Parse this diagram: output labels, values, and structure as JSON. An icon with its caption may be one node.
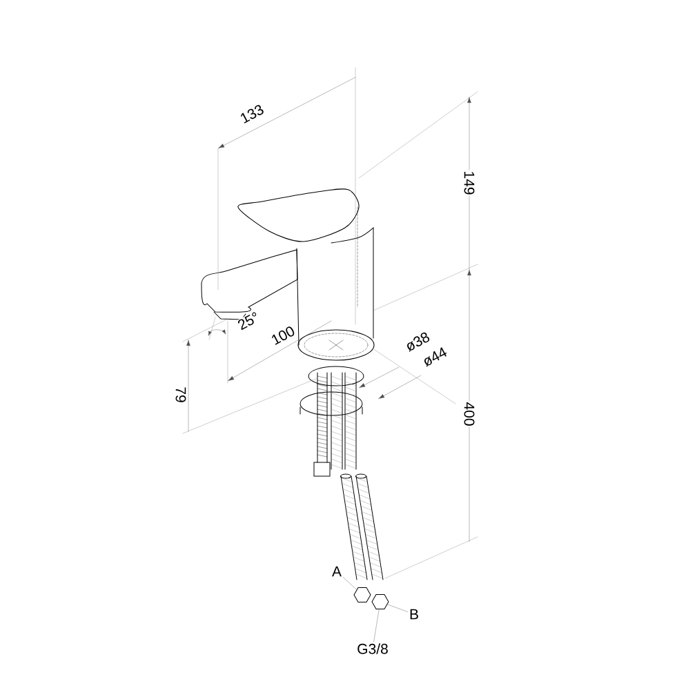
{
  "diagram": {
    "nodes": [
      {
        "text": [
          "A"
        ]
      },
      {
        "text": [
          "B"
        ]
      },
      {
        "text": [
          "G3/8"
        ]
      },
      {
        "text": [],
        "shape": "picture"
      },
      {
        "text": [],
        "shape": "picture"
      }
    ],
    "edges": [
      {
        "from": 0,
        "to": 3,
        "arrow": "none"
      },
      {
        "from": 1,
        "to": 4,
        "arrow": "none"
      },
      {
        "from": 2,
        "to": 4,
        "arrow": "none"
      }
    ],
    "labels": [
      "133",
      "149",
      "25°",
      "100",
      "79",
      "ø38",
      "ø44",
      "400"
    ]
  }
}
